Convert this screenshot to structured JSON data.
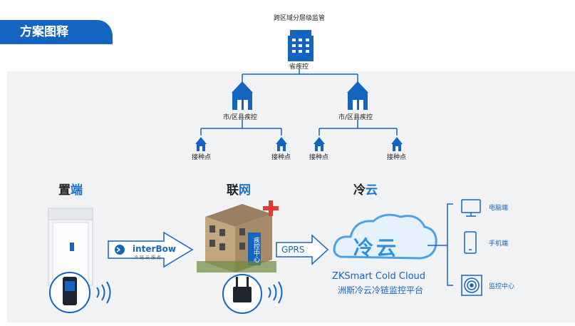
{
  "section_title": "方案图释",
  "hierarchy": {
    "top_caption": "跨区域分层级监管",
    "root_label": "省疾控",
    "level2_labels": [
      "市/区县疾控",
      "市/区县疾控"
    ],
    "level3_labels": [
      "接种点",
      "接种点",
      "接种点",
      "接种点"
    ]
  },
  "stages": {
    "terminal": {
      "char1": "置",
      "char2": "端"
    },
    "network": {
      "char1": "联",
      "char2": "网"
    },
    "cloud": {
      "char1": "冷",
      "char2": "云"
    }
  },
  "interbow": {
    "brand": "interBow",
    "sub": "冷链云服务"
  },
  "gprs_label": "GPRS",
  "building_sign": "疾控中心",
  "cloud_logo_text": "冷云",
  "platform": {
    "name_en": "ZKSmart Cold Cloud",
    "name_cn": "洲斯冷云冷链监控平台"
  },
  "clients": [
    "电脑端",
    "手机端",
    "监控中心"
  ],
  "colors": {
    "primary": "#1565c0",
    "accent": "#1a73c9",
    "red_cross": "#e53935",
    "panel_bg": "#f0f2f4"
  }
}
